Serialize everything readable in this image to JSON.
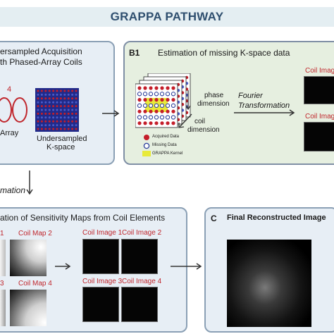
{
  "title": "GRAPPA PATHWAY",
  "panel_a": {
    "heading_line1": "ersampled Acquisition",
    "heading_line2": "th Phased-Array Coils",
    "coil_number": "4",
    "array_label": "Array",
    "kspace_label_line1": "Undersampled",
    "kspace_label_line2": "K-space"
  },
  "panel_b1": {
    "tag": "B1",
    "heading": "Estimation of missing K-space data",
    "phase_label_line1": "phase",
    "phase_label_line2": "dimension",
    "coil_label_line1": "coil",
    "coil_label_line2": "dimension",
    "fourier_line1": "Fourier",
    "fourier_line2": "Transformation",
    "legend": [
      "Acquired Data",
      "Missing Data",
      "GRAPPA Kernel"
    ],
    "coil_image_labels": [
      "Coil Image",
      "Coil Image"
    ]
  },
  "left_label": "mation",
  "panel_sens": {
    "heading": "ation of Sensitivity Maps from Coil Elements",
    "map_labels": [
      "1",
      "Coil Map 2",
      "3",
      "Coil Map 4"
    ],
    "image_labels": [
      "Coil Image 1",
      "Coil Image 2",
      "Coil Image 3",
      "Coil Image 4"
    ]
  },
  "panel_c": {
    "tag": "C",
    "heading": "Final Reconstructed Image"
  },
  "colors": {
    "acquired": "#c41e2a",
    "missing": "#2c3e9a",
    "kernel": "#e8ea3a",
    "banner": "#e4eef2",
    "panel_blue": "#e7eef5",
    "panel_green": "#e6efe0"
  }
}
